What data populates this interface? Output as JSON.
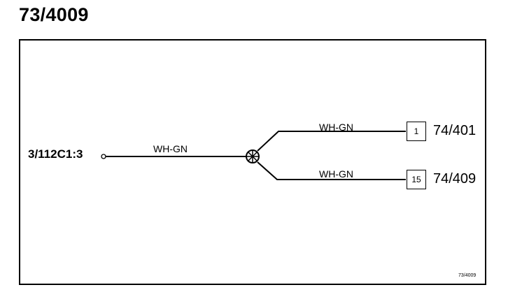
{
  "diagram": {
    "title": "73/4009",
    "source": {
      "label": "3/112C1:3"
    },
    "splice": {
      "icon": "splice-icon"
    },
    "wires": [
      {
        "label": "WH-GN"
      },
      {
        "label": "WH-GN"
      },
      {
        "label": "WH-GN"
      }
    ],
    "destinations": [
      {
        "pin": "1",
        "label": "74/401"
      },
      {
        "pin": "15",
        "label": "74/409"
      }
    ],
    "reference": "73/4009"
  }
}
